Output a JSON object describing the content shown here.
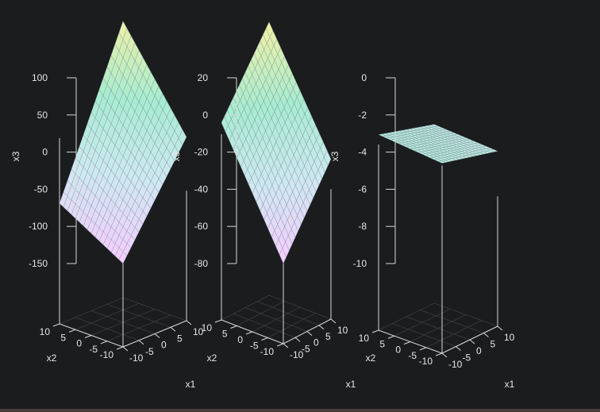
{
  "chart_data": [
    {
      "type": "surface3d",
      "zlabel": "x3",
      "xlabel": "x1",
      "ylabel": "x2",
      "x_ticks": [
        -10,
        -5,
        0,
        5,
        10
      ],
      "y_ticks": [
        -10,
        -5,
        0,
        5,
        10
      ],
      "z_ticks": [
        100,
        50,
        0,
        -50,
        -100,
        -150
      ],
      "xlim": [
        -10,
        10
      ],
      "ylim": [
        -10,
        10
      ],
      "zlim": [
        -150,
        110
      ],
      "corners": {
        "x-10_y-10": -150,
        "x10_y-10": -15,
        "x-10_y10": -100,
        "x10_y10": 110
      },
      "colormap": [
        "#f5ccff",
        "#cfe8f2",
        "#a6ecd2",
        "#eef0a6"
      ]
    },
    {
      "type": "surface3d",
      "zlabel": "x3",
      "xlabel": "x1",
      "ylabel": "x2",
      "x_ticks": [
        -10,
        -5,
        0,
        5,
        10
      ],
      "y_ticks": [
        -10,
        -5,
        0,
        5,
        10
      ],
      "z_ticks": [
        20,
        0,
        -20,
        -40,
        -60,
        -80
      ],
      "xlim": [
        -10,
        10
      ],
      "ylim": [
        -10,
        10
      ],
      "zlim": [
        -80,
        22
      ],
      "corners": {
        "x-10_y-10": -80,
        "x10_y-10": -37,
        "x-10_y10": -17,
        "x10_y10": 24
      },
      "colormap": [
        "#f5ccff",
        "#cfe8f2",
        "#a6ecd2",
        "#eef0a6"
      ]
    },
    {
      "type": "surface3d",
      "zlabel": "x3",
      "xlabel": "x1",
      "ylabel": "x2",
      "x_ticks": [
        -10,
        -5,
        0,
        5,
        10
      ],
      "y_ticks": [
        -10,
        -5,
        0,
        5,
        10
      ],
      "z_ticks": [
        0,
        -2,
        -4,
        -6,
        -8,
        -10
      ],
      "xlim": [
        -10,
        10
      ],
      "ylim": [
        -10,
        10
      ],
      "zlim": [
        -10,
        0
      ],
      "corners": {
        "x-10_y-10": -4.6,
        "x10_y-10": -5.4,
        "x-10_y10": -4.3,
        "x10_y10": -5.2
      },
      "colormap": [
        "#f5ccff",
        "#cfe8f2",
        "#a6ecd2",
        "#eef0a6"
      ]
    }
  ]
}
